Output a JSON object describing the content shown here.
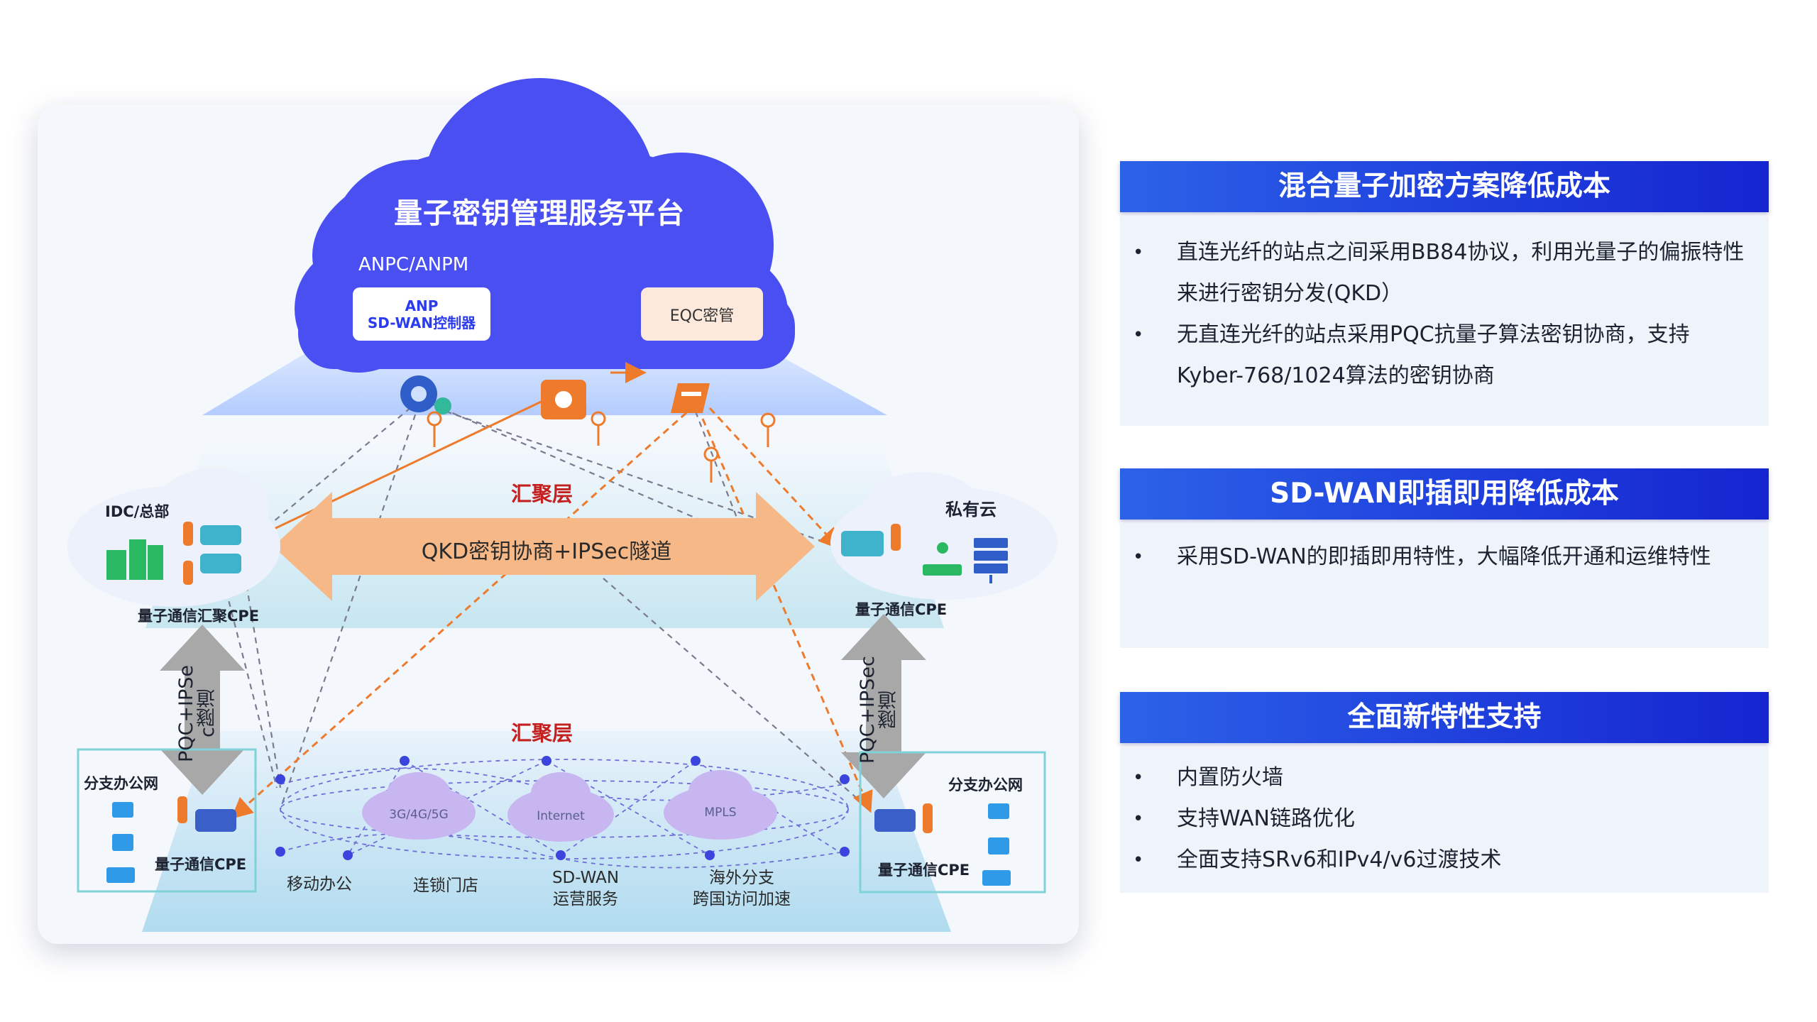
{
  "platform": {
    "title": "量子密钥管理服务平台",
    "anpc_label": "ANPC/ANPM",
    "anp_line1": "ANP",
    "anp_line2": "SD-WAN控制器",
    "eqc_label": "EQC密管"
  },
  "layers": {
    "upper": "汇聚层",
    "lower": "汇聚层"
  },
  "tunnel_main": "QKD密钥协商+IPSec隧道",
  "sites": {
    "idc": {
      "title": "IDC/总部",
      "device": "量子通信汇聚CPE"
    },
    "private_cloud": {
      "title": "私有云",
      "device": "量子通信CPE"
    },
    "branch_left": {
      "title": "分支办公网",
      "device": "量子通信CPE"
    },
    "branch_right": {
      "title": "分支办公网",
      "device": "量子通信CPE"
    }
  },
  "tunnels": {
    "left_line1": "PQC+IPSe",
    "left_line2": "c隧道",
    "right_line1": "PQC+IPSec",
    "right_line2": "隧道"
  },
  "networks": [
    "3G/4G/5G",
    "Internet",
    "MPLS"
  ],
  "scenarios": [
    {
      "line1": "移动办公",
      "line2": ""
    },
    {
      "line1": "连锁门店",
      "line2": ""
    },
    {
      "line1": "SD-WAN",
      "line2": "运营服务"
    },
    {
      "line1": "海外分支",
      "line2": "跨国访问加速"
    }
  ],
  "features": [
    {
      "title": "混合量子加密方案降低成本",
      "items": [
        "直连光纤的站点之间采用BB84协议，利用光量子的偏振特性来进行密钥分发(QKD）",
        "无直连光纤的站点采用PQC抗量子算法密钥协商，支持Kyber-768/1024算法的密钥协商"
      ]
    },
    {
      "title": "SD-WAN即插即用降低成本",
      "items": [
        "采用SD-WAN的即插即用特性，大幅降低开通和运维特性"
      ]
    },
    {
      "title": "全面新特性支持",
      "items": [
        "内置防火墙",
        "支持WAN链路优化",
        "全面支持SRv6和IPv4/v6过渡技术"
      ]
    }
  ],
  "colors": {
    "cloud": "#4a4ff2",
    "arrow_orange": "#f6b887",
    "tunnel_gray": "#a8a8a8",
    "accent_red": "#c3201f",
    "header_blue": "#1f3fdc"
  }
}
